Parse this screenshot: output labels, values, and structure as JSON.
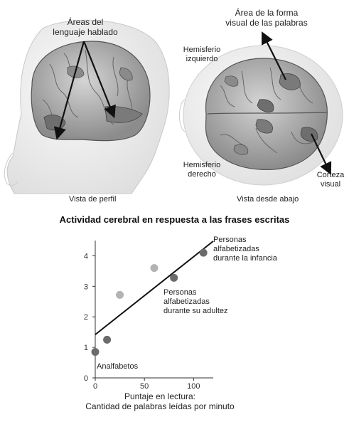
{
  "brain_labels": {
    "speech_areas": "Áreas del\nlenguaje hablado",
    "visual_word_form": "Área de la forma\nvisual de las palabras",
    "left_hemisphere": "Hemisferio\nizquierdo",
    "right_hemisphere": "Hemisferio\nderecho",
    "visual_cortex": "Corteza\nvisual",
    "side_view": "Vista de perfil",
    "bottom_view": "Vista desde abajo"
  },
  "title": "Actividad cerebral en respuesta a las frases escritas",
  "chart_data": {
    "type": "scatter",
    "xlabel": "Puntaje en lectura:\nCantidad de palabras leídas por minuto",
    "ylabel": "",
    "xlim": [
      0,
      120
    ],
    "ylim": [
      0,
      4.5
    ],
    "x_ticks": [
      0,
      50,
      100
    ],
    "y_ticks": [
      0,
      1,
      2,
      3,
      4
    ],
    "grid": false,
    "points": [
      {
        "x": 0,
        "y": 0.85,
        "group": "dark"
      },
      {
        "x": 12,
        "y": 1.25,
        "group": "dark"
      },
      {
        "x": 25,
        "y": 2.72,
        "group": "light"
      },
      {
        "x": 60,
        "y": 3.6,
        "group": "light"
      },
      {
        "x": 80,
        "y": 3.28,
        "group": "dark"
      },
      {
        "x": 110,
        "y": 4.1,
        "group": "dark"
      }
    ],
    "trend": {
      "x0": 0,
      "y0": 1.42,
      "x1": 120,
      "y1": 4.48
    },
    "annotations": [
      {
        "text": "Personas\nalfabetizadas\ndurante la infancia"
      },
      {
        "text": "Personas\nalfabetizadas\ndurante su adultez"
      },
      {
        "text": "Analfabetos"
      }
    ],
    "colors": {
      "dark": "#6b6b6b",
      "light": "#b3b3b3",
      "line": "#111111"
    }
  }
}
